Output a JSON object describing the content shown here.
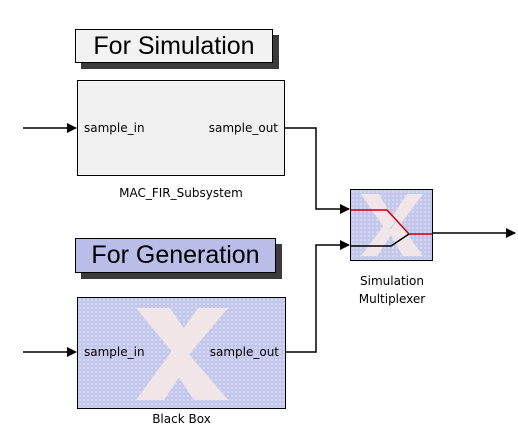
{
  "labels": {
    "simulation": "For Simulation",
    "generation": "For Generation"
  },
  "blocks": {
    "subsystem": {
      "name": "MAC_FIR_Subsystem",
      "in_port": "sample_in",
      "out_port": "sample_out"
    },
    "blackbox": {
      "name": "Black Box",
      "in_port": "sample_in",
      "out_port": "sample_out",
      "icon": "xilinx-logo-icon"
    },
    "mux": {
      "name_line1": "Simulation",
      "name_line2": "Multiplexer",
      "icon": "xilinx-logo-icon"
    }
  },
  "colors": {
    "generation_label_bg": "#b9bde8",
    "block_fill": "#c3c7ec",
    "active_path": "#cc0000"
  }
}
